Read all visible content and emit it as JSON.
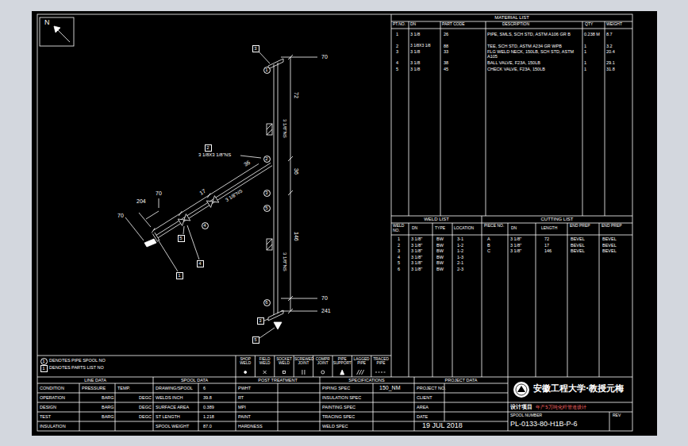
{
  "diagram": {
    "nodes": [
      {
        "text": [
          "3"
        ]
      },
      {
        "text": [
          "1"
        ]
      },
      {
        "text": [
          "2"
        ]
      },
      {
        "text": [
          "2"
        ]
      },
      {
        "text": [
          "3"
        ]
      },
      {
        "text": [
          "5"
        ]
      },
      {
        "text": [
          "4"
        ]
      },
      {
        "text": [
          "5"
        ]
      },
      {
        "text": [
          "4"
        ]
      },
      {
        "text": [
          "1"
        ]
      },
      {
        "text": [
          "6"
        ]
      },
      {
        "text": [
          "3"
        ]
      },
      {
        "text": [
          "5"
        ]
      },
      {
        "text": [
          "1"
        ]
      },
      {
        "text": [
          "1"
        ]
      }
    ],
    "labels": [
      "MATERIAL LIST",
      "PT.NO.",
      "DN",
      "PART CODE",
      "DESCRIPTION",
      "QTY",
      "WEIGHT",
      "1",
      "3 1/8",
      "26",
      "PIPE, SMLS, SCH STD, ASTM A106 GR B",
      "0.238 M",
      "8.7",
      "2",
      "3 1/8X3 1/8",
      "88",
      "TEE, SCH STD, ASTM A234 GR WPB",
      "1",
      "3.2",
      "3",
      "3 1/8",
      "33",
      "FLG WELD NECK, 150LB, SCH STD, ASTM A105",
      "1",
      "20.4",
      "4",
      "3 1/8",
      "38",
      "BALL VALVE, F23A, 150LB",
      "1",
      "29.1",
      "5",
      "3 1/8",
      "45",
      "CHECK VALVE, F23A, 150LB",
      "1",
      "31.8",
      "WELD LIST",
      "WELD NO.",
      "DN",
      "TYPE",
      "LOCATION",
      "1",
      "3 1/8\"",
      "BW",
      "3-1",
      "2",
      "3 1/8\"",
      "BW",
      "1-2",
      "3",
      "3 1/8\"",
      "BW",
      "1-2",
      "4",
      "3 1/8\"",
      "BW",
      "1-3",
      "5",
      "3 1/8\"",
      "BW",
      "2-1",
      "6",
      "3 1/8\"",
      "BW",
      "2-3",
      "CUTTING LIST",
      "PIECE NO.",
      "DN",
      "LENGTH",
      "END PREP",
      "END PREP",
      "A",
      "3 1/8\"",
      "72",
      "BEVEL",
      "BEVEL",
      "B",
      "3 1/8\"",
      "17",
      "BEVEL",
      "BEVEL",
      "C",
      "3 1/8\"",
      "146",
      "BEVEL",
      "BEVEL",
      "DENOTES PIPE SPOOL NO",
      "DENOTES PARTS LIST NO",
      "SHOP WELD",
      "FIELD WELD",
      "SOCKET WELD",
      "SCREWED JOINT",
      "COMPR JOINT",
      "PIPE SUPPORT",
      "LAGGED PIPE",
      "TRACED PIPE",
      "LINE DATA",
      "CONDITION",
      "PRESSURE",
      "TEMP.",
      "OPERATION",
      "BARG",
      "DEGC",
      "DESIGN",
      "BARG",
      "DEGC",
      "TEST",
      "BARG",
      "DEGC",
      "INSULATION",
      "SPOOL DATA",
      "DRAWING/SPOOL",
      "6",
      "WELDS INCH",
      "39.8",
      "SURFACE AREA",
      "0.389",
      "ST LENGTH",
      "1.218",
      "SPOOL WEIGHT",
      "87.0",
      "POST TREATMENT",
      "PWHT",
      "RT",
      "MPI",
      "PAINT",
      "HARDNESS",
      "SPECIFICATIONS",
      "PIPING SPEC",
      "150_NM",
      "INSULATION SPEC",
      "PAINTING SPEC",
      "TRACING SPEC",
      "WELD SPEC",
      "PROJECT DATA",
      "PROJECT NO.",
      "CLIENT",
      "AREA",
      "DATE",
      "19 JUL 2018",
      "安徽工程大学·教授元梅",
      "设计项目",
      "年产5万吨化纤管道设计",
      "SPOOL NUMBER",
      "REV",
      "PL-0133-80-H1B-P-6",
      "N",
      "70",
      "72",
      "3 1/8\"NS",
      "3 1/8X3 1/8\"NS",
      "36",
      "17",
      "3 1/8\"NS",
      "36",
      "146",
      "204",
      "70",
      "70",
      "70",
      "241",
      "3 1/8\"NS"
    ]
  }
}
